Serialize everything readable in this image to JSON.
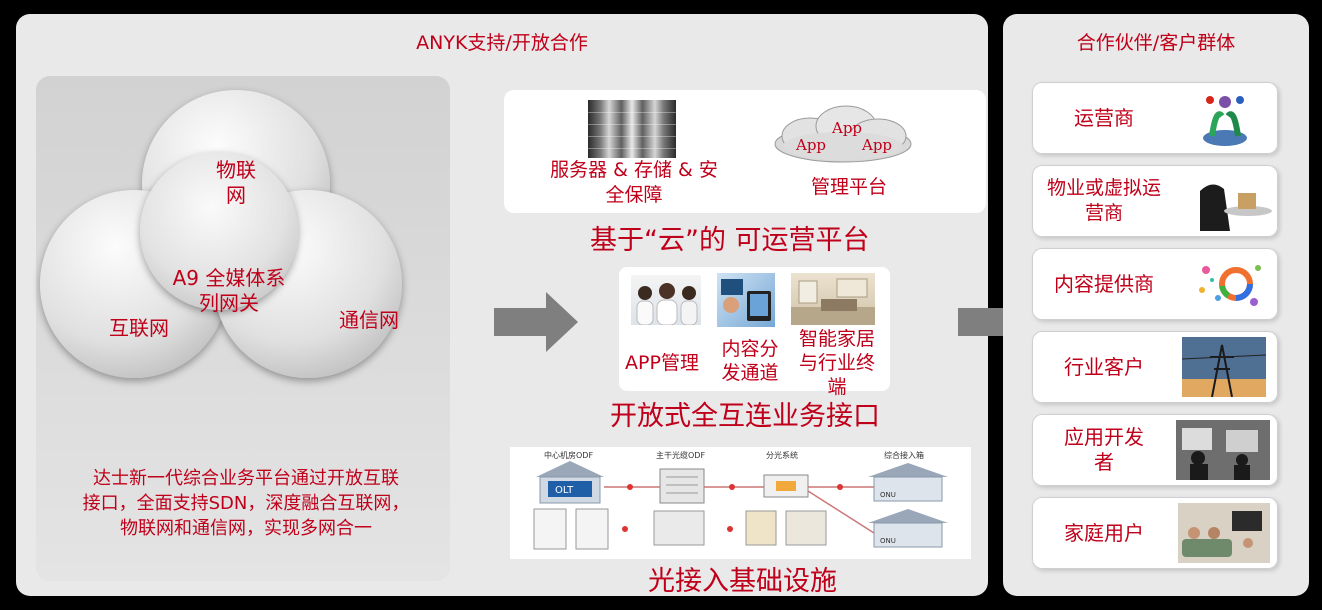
{
  "main_panel": {
    "title": "ANYK支持/开放合作"
  },
  "left_box": {
    "iot": "物联\n网",
    "internet": "互联网",
    "telecom": "通信网",
    "center": "A9 全媒体系\n列网关",
    "description": "达士新一代综合业务平台通过开放互联\n接口，全面支持SDN，深度融合互联网，\n物联网和通信网，实现多网合一"
  },
  "cloud_platform": {
    "server_label": "服务器 & 存储 & 安\n全保障",
    "management_label": "管理平台",
    "cloud_words": [
      "App",
      "App",
      "App"
    ],
    "title": "基于“云”的 可运营平台"
  },
  "open_interface": {
    "app_label": "APP管理",
    "content_label": "内容分\n发通道",
    "home_label": "智能家居\n与行业终\n端",
    "title": "开放式全互连业务接口"
  },
  "optical": {
    "header_labels": [
      "中心机房ODF",
      "主干光缆ODF",
      "分光系统",
      "综合接入箱"
    ],
    "olt": "OLT",
    "onu_labels": [
      "ONU",
      "ONU"
    ],
    "title": "光接入基础设施"
  },
  "partner_panel": {
    "title": "合作伙伴/客户群体",
    "items": [
      {
        "label": "运营商"
      },
      {
        "label": "物业或虚拟运\n营商"
      },
      {
        "label": "内容提供商"
      },
      {
        "label": "行业客户"
      },
      {
        "label": "应用开发\n者"
      },
      {
        "label": "家庭用户"
      }
    ]
  },
  "colors": {
    "accent": "#c0001a",
    "panel": "#e9e9e9",
    "background": "#000000",
    "arrow": "#7f7f7f"
  }
}
